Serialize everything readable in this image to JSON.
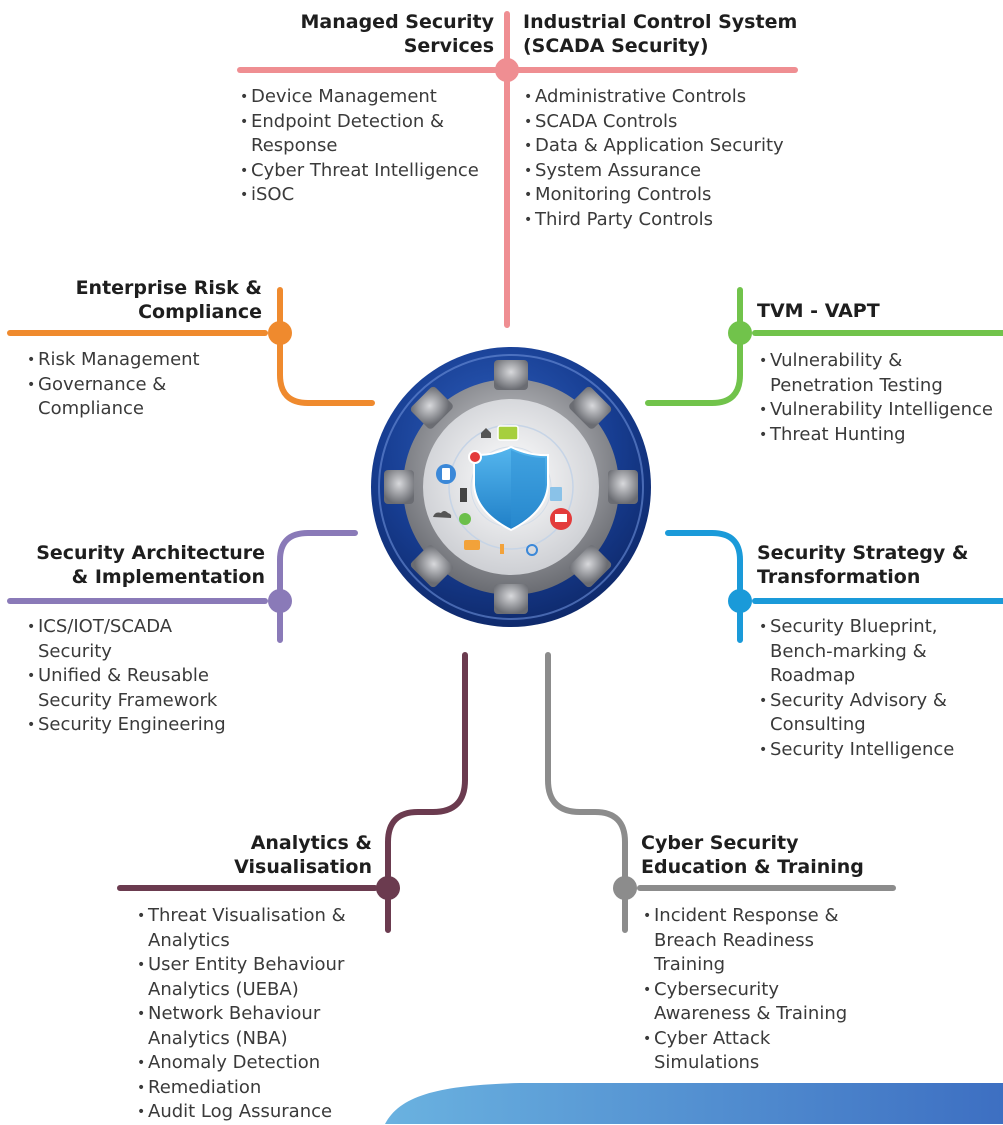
{
  "center": {
    "icon": "shield-gear-network-icon"
  },
  "colors": {
    "managed": "#ef8e92",
    "ics": "#ef8e92",
    "erc": "#ef8a2e",
    "tvm": "#71c34b",
    "arch": "#8a7ab8",
    "strategy": "#1a9ad9",
    "analytics": "#6b3b4f",
    "education": "#8c8c8c",
    "gear_outer": "#173d91",
    "gear_inner": "#a8aab0"
  },
  "sections": {
    "managed": {
      "title": "Managed Security\nServices",
      "items": [
        "Device Management",
        "Endpoint Detection &",
        "Response",
        "Cyber Threat Intelligence",
        "iSOC"
      ]
    },
    "ics": {
      "title": "Industrial Control System\n(SCADA Security)",
      "items": [
        "Administrative Controls",
        "SCADA Controls",
        "Data & Application Security",
        "System Assurance",
        "Monitoring Controls",
        "Third Party Controls"
      ]
    },
    "erc": {
      "title": "Enterprise Risk &\nCompliance",
      "items": [
        "Risk Management",
        "Governance &",
        "Compliance"
      ]
    },
    "tvm": {
      "title": "TVM - VAPT",
      "items": [
        "Vulnerability &",
        "Penetration Testing",
        "Vulnerability Intelligence",
        "Threat Hunting"
      ]
    },
    "arch": {
      "title": "Security Architecture\n& Implementation",
      "items": [
        "ICS/IOT/SCADA",
        "Security",
        "Unified & Reusable",
        "Security Framework",
        "Security Engineering"
      ]
    },
    "strategy": {
      "title": "Security Strategy &\nTransformation",
      "items": [
        "Security Blueprint,",
        "Bench-marking &",
        "Roadmap",
        "Security Advisory &",
        "Consulting",
        "Security Intelligence"
      ]
    },
    "analytics": {
      "title": "Analytics &\nVisualisation",
      "items": [
        "Threat Visualisation &",
        "Analytics",
        "User Entity Behaviour",
        "Analytics (UEBA)",
        "Network Behaviour",
        "Analytics (NBA)",
        "Anomaly Detection",
        "Remediation",
        "Audit Log Assurance"
      ]
    },
    "education": {
      "title": "Cyber Security\nEducation & Training",
      "items": [
        "Incident Response &",
        "Breach Readiness",
        "Training",
        "Cybersecurity",
        "Awareness & Training",
        "Cyber Attack",
        "Simulations"
      ]
    }
  }
}
